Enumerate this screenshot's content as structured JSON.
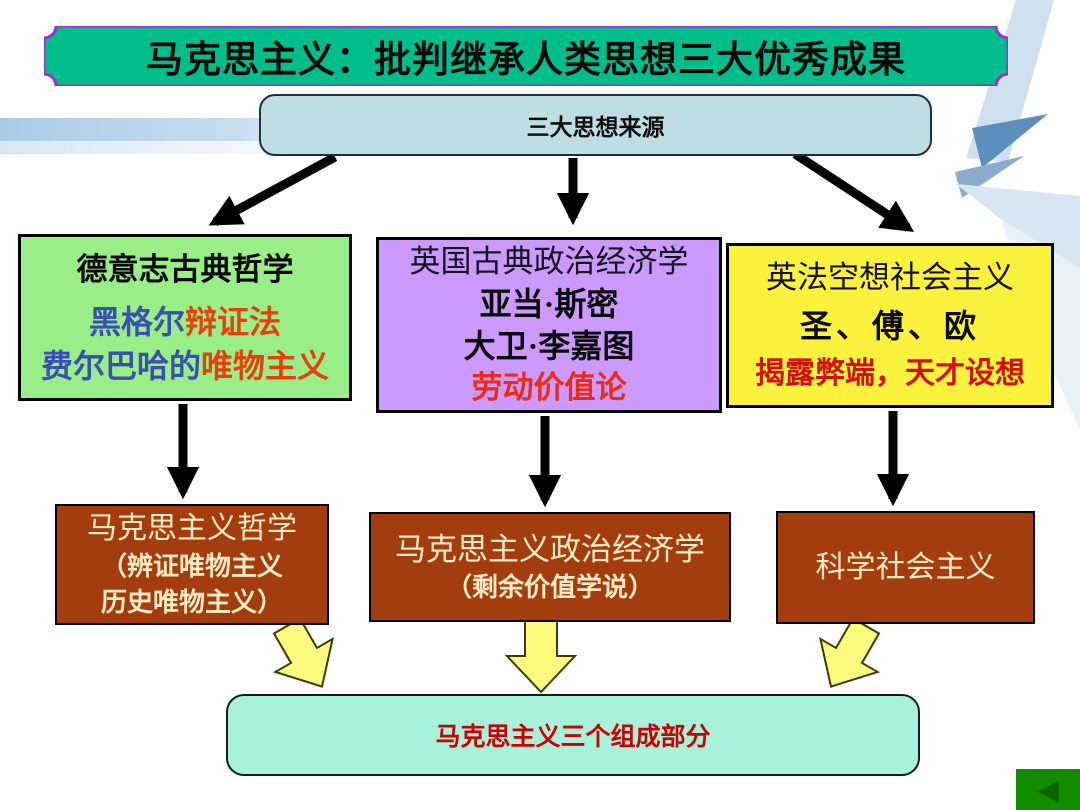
{
  "title": "马克思主义：批判继承人类思想三大优秀成果",
  "source_header": "三大思想来源",
  "sources": [
    {
      "title": "德意志古典哲学",
      "hegel": "黑格尔",
      "dialectics": "辩证法",
      "feuerbach": "费尔巴哈的",
      "materialism": "唯物主义"
    },
    {
      "title": "英国古典政治经济学",
      "person1": "亚当·斯密",
      "person2": "大卫·李嘉图",
      "theory": "劳动价值论"
    },
    {
      "title": "英法空想社会主义",
      "persons": "圣、傅、欧",
      "note": "揭露弊端，天才设想"
    }
  ],
  "results": [
    {
      "title": "马克思主义哲学",
      "sub1": "（辨证唯物主义",
      "sub2": "历史唯物主义）"
    },
    {
      "title": "马克思主义政治经济学",
      "sub": "（剩余价值学说）"
    },
    {
      "title": "科学社会主义"
    }
  ],
  "footer": "马克思主义三个组成部分",
  "icons": {
    "back": "◀"
  },
  "colors": {
    "title_bg": "#00be8c",
    "title_border": "#9933cc",
    "header_bg": "#bfdee4",
    "philosophy_bg": "#99ee88",
    "economy_bg": "#cc99ff",
    "socialism_bg": "#faf23c",
    "result_bg": "#a33d0e",
    "result_text": "#ffeac4",
    "footer_bg": "#a8f2dc",
    "footer_text": "#cc0000",
    "accent_blue": "#3950b0",
    "accent_red": "#e8400c",
    "arrow_black": "#000000",
    "arrow_yellow": "#fbfb7d",
    "back_bg": "#128c00",
    "back_icon": "#0a6600"
  }
}
